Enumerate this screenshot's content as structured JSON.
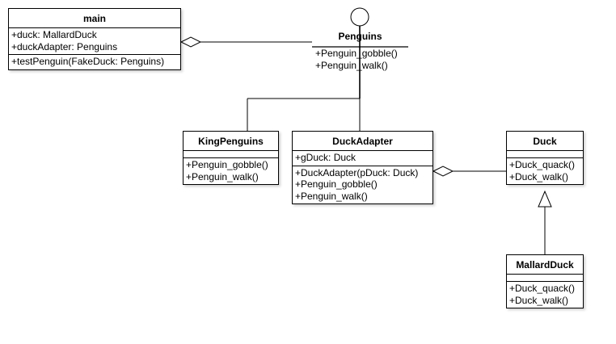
{
  "diagram": {
    "classes": {
      "main": {
        "name": "main",
        "attributes": [
          "+duck: MallardDuck",
          "+duckAdapter: Penguins"
        ],
        "operations": [
          "+testPenguin(FakeDuck: Penguins)"
        ]
      },
      "penguins": {
        "name": "Penguins",
        "operations": [
          "+Penguin_gobble()",
          "+Penguin_walk()"
        ]
      },
      "king_penguins": {
        "name": "KingPenguins",
        "operations": [
          "+Penguin_gobble()",
          "+Penguin_walk()"
        ]
      },
      "duck_adapter": {
        "name": "DuckAdapter",
        "attributes": [
          "+gDuck: Duck"
        ],
        "operations": [
          "+DuckAdapter(pDuck: Duck)",
          "+Penguin_gobble()",
          "+Penguin_walk()"
        ]
      },
      "duck": {
        "name": "Duck",
        "operations": [
          "+Duck_quack()",
          "+Duck_walk()"
        ]
      },
      "mallard_duck": {
        "name": "MallardDuck",
        "operations": [
          "+Duck_quack()",
          "+Duck_walk()"
        ]
      }
    },
    "relationships": [
      {
        "from": "main",
        "to": "penguins",
        "kind": "aggregation"
      },
      {
        "from": "king_penguins",
        "to": "penguins",
        "kind": "interface-realization"
      },
      {
        "from": "duck_adapter",
        "to": "penguins",
        "kind": "interface-realization"
      },
      {
        "from": "duck_adapter",
        "to": "duck",
        "kind": "aggregation"
      },
      {
        "from": "mallard_duck",
        "to": "duck",
        "kind": "generalization"
      }
    ],
    "colors": {
      "line": "#000000",
      "box_fill": "#ffffff"
    }
  }
}
